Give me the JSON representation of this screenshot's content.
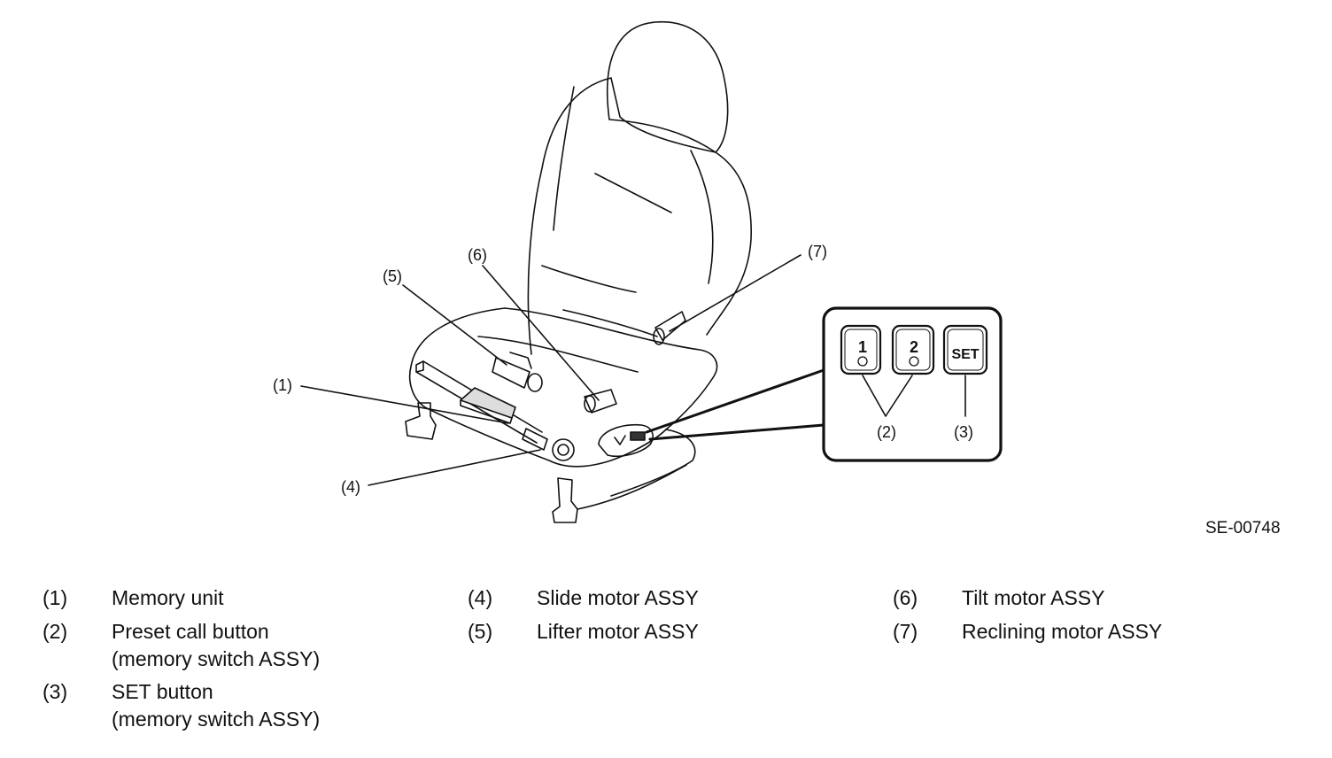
{
  "callouts": [
    "(1)",
    "(2)",
    "(3)",
    "(4)",
    "(5)",
    "(6)",
    "(7)"
  ],
  "switch_panel": {
    "button1": "1",
    "button2": "2",
    "button_set": "SET"
  },
  "figure_code": "SE-00748",
  "legend": [
    {
      "num": "(1)",
      "lines": [
        "Memory unit"
      ]
    },
    {
      "num": "(2)",
      "lines": [
        "Preset call button",
        "(memory switch ASSY)"
      ]
    },
    {
      "num": "(3)",
      "lines": [
        "SET button",
        "(memory switch ASSY)"
      ]
    },
    {
      "num": "(4)",
      "lines": [
        "Slide motor ASSY"
      ]
    },
    {
      "num": "(5)",
      "lines": [
        "Lifter motor ASSY"
      ]
    },
    {
      "num": "(6)",
      "lines": [
        "Tilt motor ASSY"
      ]
    },
    {
      "num": "(7)",
      "lines": [
        "Reclining motor ASSY"
      ]
    }
  ]
}
